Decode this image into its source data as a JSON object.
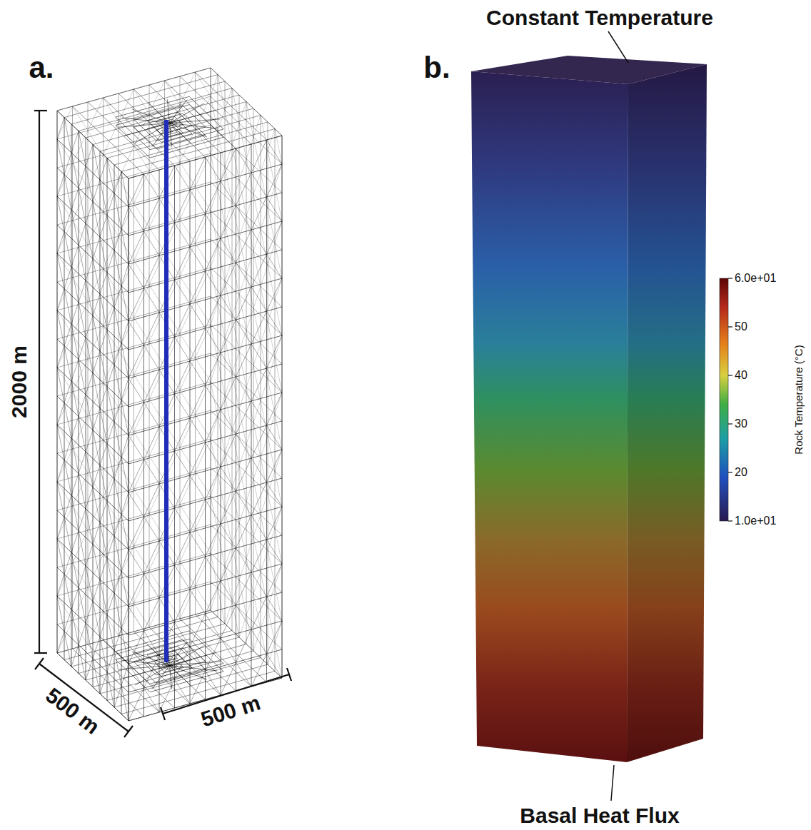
{
  "diagram": {
    "labels": [
      "a.",
      "2000 m",
      "500 m",
      "500 m",
      "b.",
      "Constant Temperature",
      "6.0e+01",
      "50",
      "40",
      "30",
      "20",
      "1.0e+01",
      "Rock Temperature (°C)",
      "Basal Heat Flux"
    ]
  }
}
